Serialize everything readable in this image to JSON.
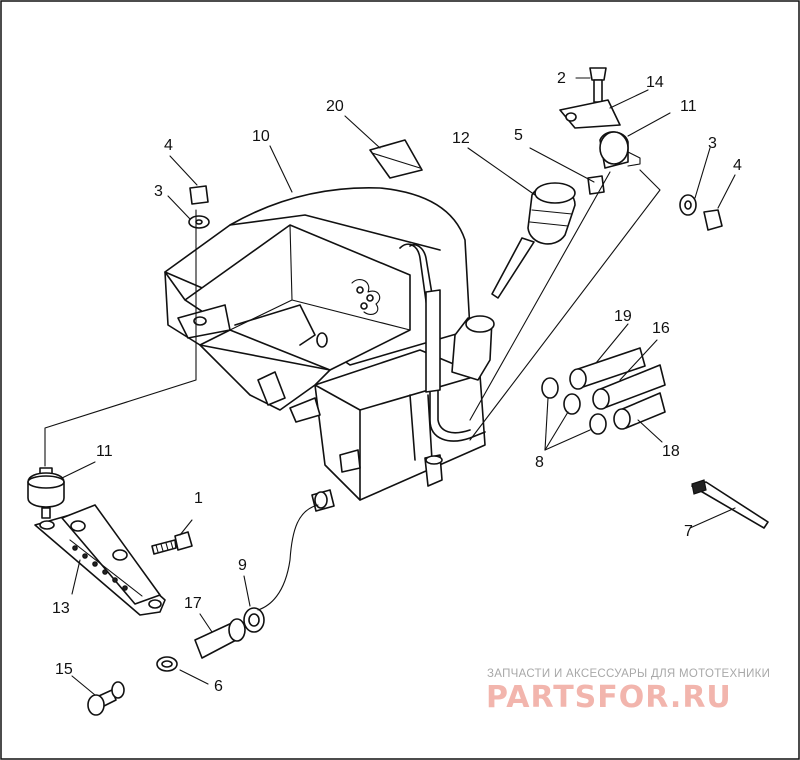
{
  "diagram": {
    "callouts": [
      {
        "id": "c1",
        "text": "1"
      },
      {
        "id": "c2",
        "text": "2"
      },
      {
        "id": "c3a",
        "text": "3"
      },
      {
        "id": "c3b",
        "text": "3"
      },
      {
        "id": "c4a",
        "text": "4"
      },
      {
        "id": "c4b",
        "text": "4"
      },
      {
        "id": "c5",
        "text": "5"
      },
      {
        "id": "c6",
        "text": "6"
      },
      {
        "id": "c7",
        "text": "7"
      },
      {
        "id": "c8",
        "text": "8"
      },
      {
        "id": "c9",
        "text": "9"
      },
      {
        "id": "c10",
        "text": "10"
      },
      {
        "id": "c11a",
        "text": "11"
      },
      {
        "id": "c11b",
        "text": "11"
      },
      {
        "id": "c12",
        "text": "12"
      },
      {
        "id": "c13",
        "text": "13"
      },
      {
        "id": "c14",
        "text": "14"
      },
      {
        "id": "c15",
        "text": "15"
      },
      {
        "id": "c16",
        "text": "16"
      },
      {
        "id": "c17",
        "text": "17"
      },
      {
        "id": "c18",
        "text": "18"
      },
      {
        "id": "c19",
        "text": "19"
      },
      {
        "id": "c20",
        "text": "20"
      }
    ]
  },
  "watermark": {
    "tagline": "ЗАПЧАСТИ И АКСЕССУАРЫ ДЛЯ МОТОТЕХНИКИ",
    "logo": "PARTSFOR.RU"
  }
}
